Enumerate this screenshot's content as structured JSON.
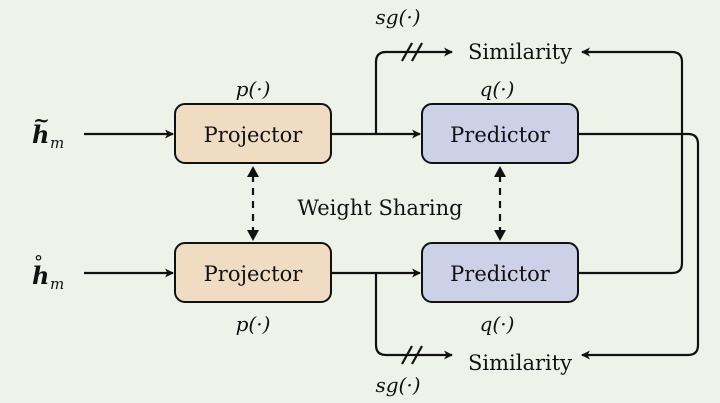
{
  "diagram": {
    "projector_label": "Projector",
    "predictor_label": "Predictor",
    "similarity_label": "Similarity",
    "weight_sharing_label": "Weight Sharing",
    "p_func": "p(·)",
    "q_func": "q(·)",
    "sg_func": "sg(·)",
    "input_top_symbol": "h",
    "input_top_accent": "~",
    "input_bottom_symbol": "h",
    "input_bottom_accent": "°",
    "input_subscript": "m",
    "colors": {
      "projector_fill": "#efdcc3",
      "predictor_fill": "#cdd1e8",
      "background": "#eef3ea",
      "stroke": "#111111"
    }
  }
}
